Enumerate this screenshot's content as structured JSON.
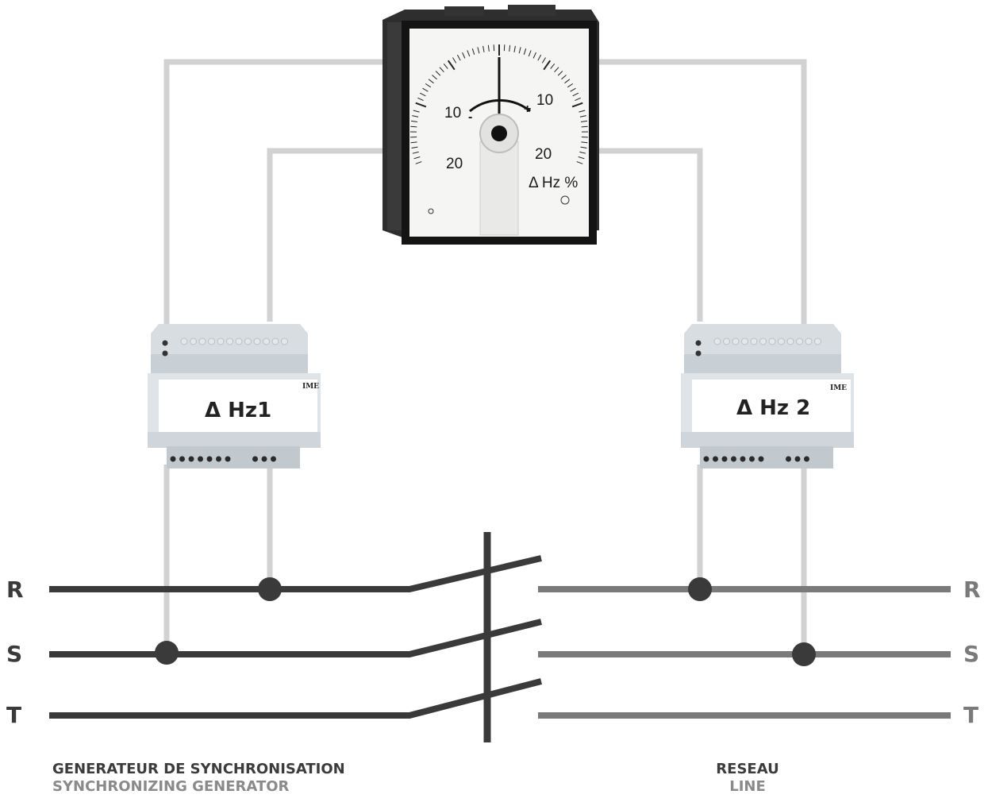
{
  "meter": {
    "ticks_left": [
      "10",
      "20"
    ],
    "ticks_right": [
      "10",
      "20"
    ],
    "minus": "-",
    "plus": "+",
    "unit": "Δ Hz %"
  },
  "modules": [
    {
      "label": "Δ Hz1",
      "brand": "IME"
    },
    {
      "label": "Δ Hz 2",
      "brand": "IME"
    }
  ],
  "phases_left": [
    "R",
    "S",
    "T"
  ],
  "phases_right": [
    "R",
    "S",
    "T"
  ],
  "captions": {
    "generator_fr": "GENERATEUR DE SYNCHRONISATION",
    "generator_en": "SYNCHRONIZING GENERATOR",
    "line_fr": "RESEAU",
    "line_en": "LINE"
  },
  "colors": {
    "generator_bus": "#3a3a3a",
    "line_bus": "#7a7a7a",
    "signal_wire": "#d2d2d2"
  }
}
